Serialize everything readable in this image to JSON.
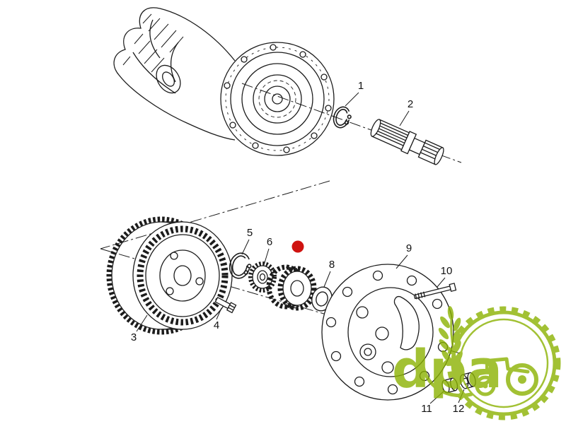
{
  "page": {
    "background_color": "#ffffff"
  },
  "diagram": {
    "kind": "exploded-parts-line-drawing",
    "subject": "planetary-final-drive-assembly",
    "line_color": "#1c1c1c",
    "highlight_dot_color": "#cf1310",
    "callouts": [
      {
        "id": "1"
      },
      {
        "id": "2"
      },
      {
        "id": "3"
      },
      {
        "id": "4"
      },
      {
        "id": "5"
      },
      {
        "id": "6"
      },
      {
        "id": "8"
      },
      {
        "id": "9"
      },
      {
        "id": "10"
      },
      {
        "id": "11"
      },
      {
        "id": "12"
      }
    ]
  },
  "watermark": {
    "text": "dpa",
    "color": "#8bb202",
    "logo_icon": "tractor-in-gear-icon",
    "emblem_icon": "wheat-stalk-icon"
  }
}
